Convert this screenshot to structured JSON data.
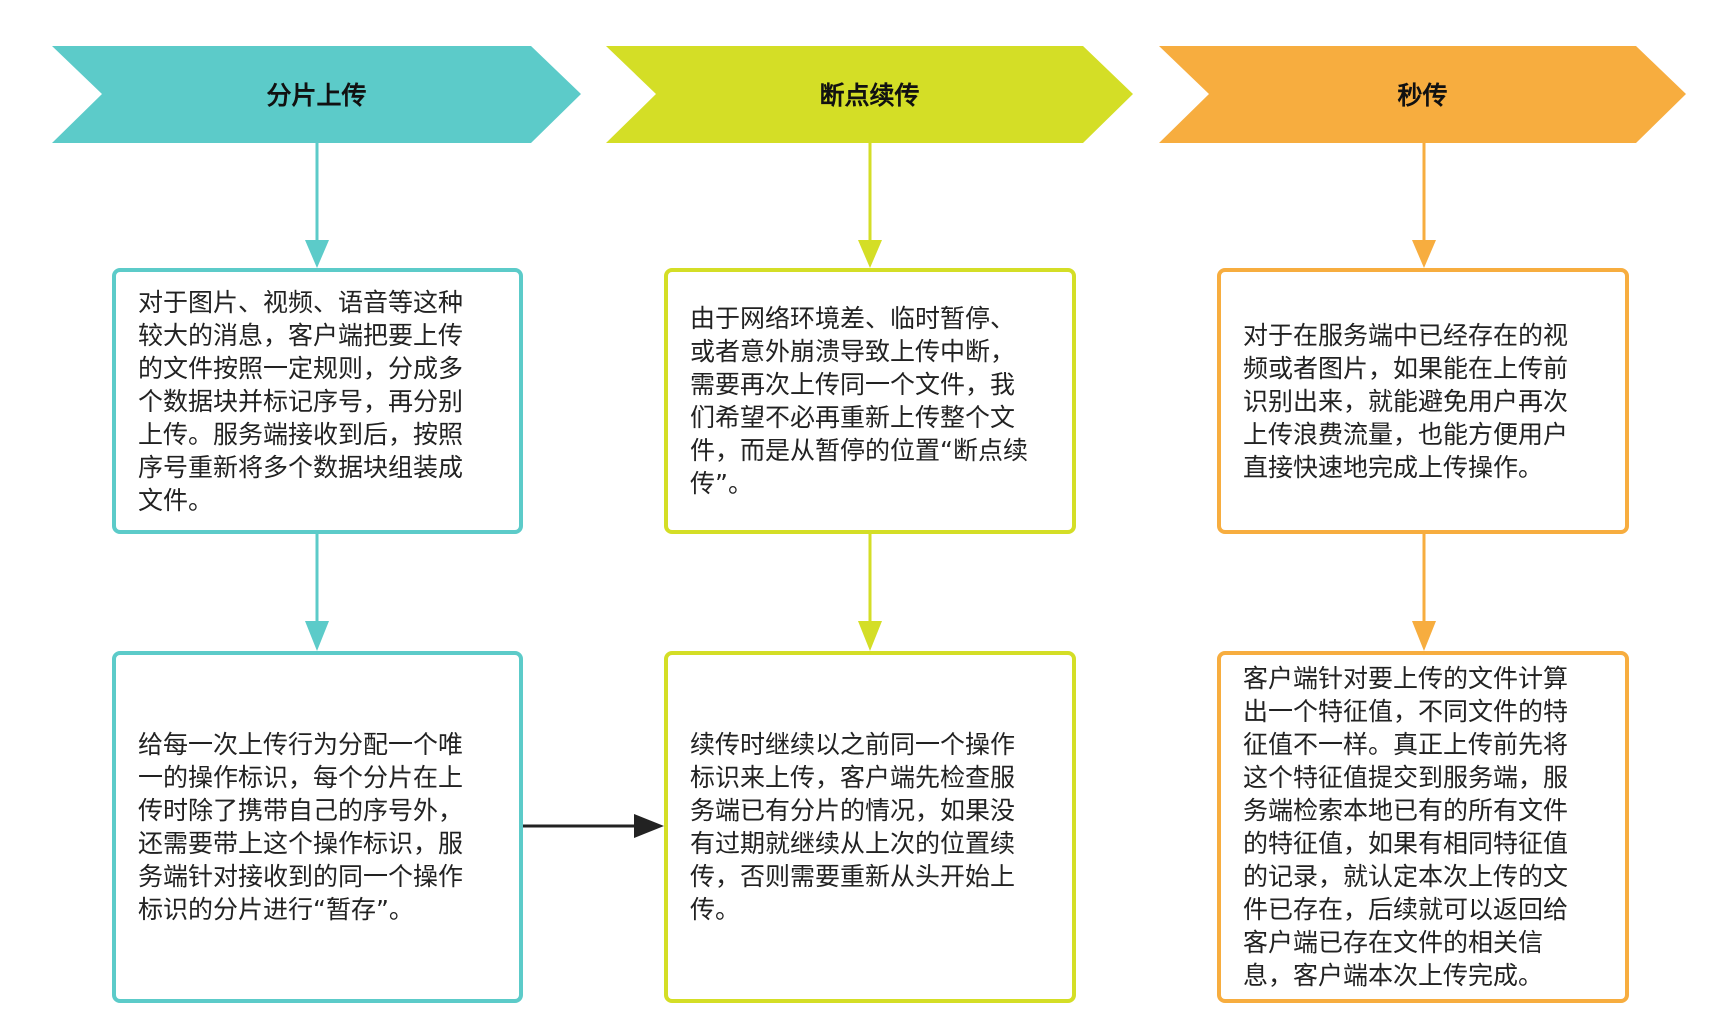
{
  "colors": {
    "teal": "#5ccbc9",
    "lime": "#d4de26",
    "orange": "#f7ad3f",
    "connector": "#222222"
  },
  "columns": [
    {
      "title": "分片上传",
      "box1": "对于图片、视频、语音等这种\n较大的消息，客户端把要上传\n的文件按照一定规则，分成多\n个数据块并标记序号，再分别\n上传。服务端接收到后，按照\n序号重新将多个数据块组装成\n文件。",
      "box2": "给每一次上传行为分配一个唯\n一的操作标识，每个分片在上\n传时除了携带自己的序号外，\n还需要带上这个操作标识，服\n务端针对接收到的同一个操作\n标识的分片进行“暂存”。"
    },
    {
      "title": "断点续传",
      "box1": "由于网络环境差、临时暂停、\n或者意外崩溃导致上传中断，\n需要再次上传同一个文件，我\n们希望不必再重新上传整个文\n件，而是从暂停的位置“断点续\n传”。",
      "box2": "续传时继续以之前同一个操作\n标识来上传，客户端先检查服\n务端已有分片的情况，如果没\n有过期就继续从上次的位置续\n传，否则需要重新从头开始上\n传。"
    },
    {
      "title": "秒传",
      "box1": "对于在服务端中已经存在的视\n频或者图片，如果能在上传前\n识别出来，就能避免用户再次\n上传浪费流量，也能方便用户\n直接快速地完成上传操作。",
      "box2": "客户端针对要上传的文件计算\n出一个特征值，不同文件的特\n征值不一样。真正上传前先将\n这个特征值提交到服务端，服\n务端检索本地已有的所有文件\n的特征值，如果有相同特征值\n的记录，就认定本次上传的文\n件已存在，后续就可以返回给\n客户端已存在文件的相关信\n息，客户端本次上传完成。"
    }
  ]
}
